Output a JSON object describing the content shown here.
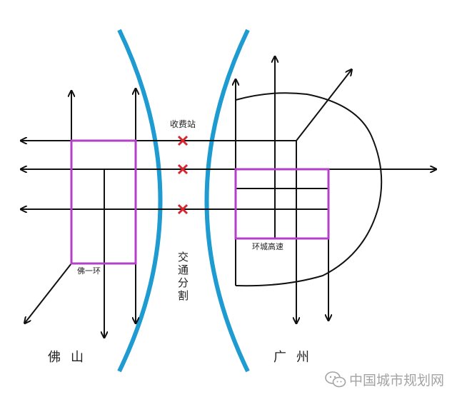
{
  "labels": {
    "toll_station": "收费站",
    "traffic_divide": "交通分割",
    "foshan_ring": "佛一环",
    "guangzhou_ring": "环城高速",
    "foshan": "佛山",
    "guangzhou": "广州"
  },
  "watermark": {
    "text": "中国城市规划网",
    "icon": "wechat-icon"
  },
  "colors": {
    "road": "#111111",
    "ring": "#b43fc8",
    "divide": "#1e9bd1",
    "toll_mark": "#d8262e"
  }
}
